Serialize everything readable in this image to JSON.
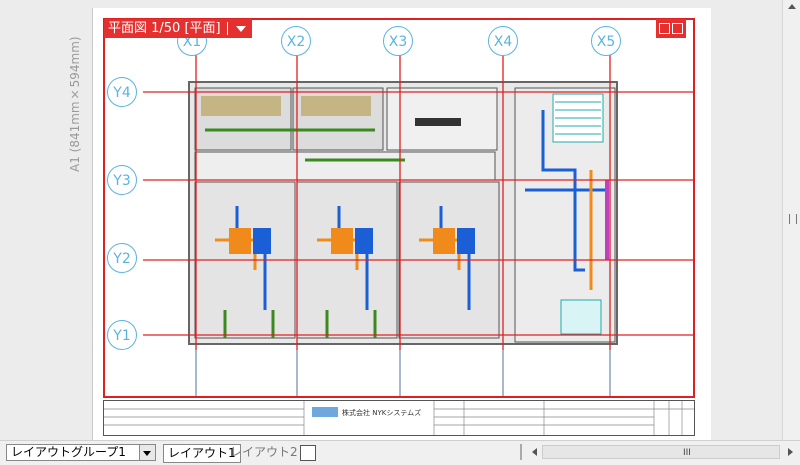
{
  "paper": {
    "size_label": "A1 (841mm×594mm)"
  },
  "viewport": {
    "title": "平面図 1/50 [平面]",
    "border_color": "#e53030"
  },
  "grid": {
    "columns": [
      "X1",
      "X2",
      "X3",
      "X4",
      "X5"
    ],
    "rows": [
      "Y4",
      "Y3",
      "Y2",
      "Y1"
    ],
    "bubble_color": "#5ab4e0",
    "line_color": "#e02020"
  },
  "title_block": {
    "company": "株式会社 NYKシステムズ"
  },
  "layout_bar": {
    "group_select": "レイアウトグループ1",
    "tabs": [
      "レイアウト1",
      "レイアウト2"
    ],
    "active_tab": "レイアウト1"
  },
  "scrollbar": {
    "thumb_text": "III"
  }
}
